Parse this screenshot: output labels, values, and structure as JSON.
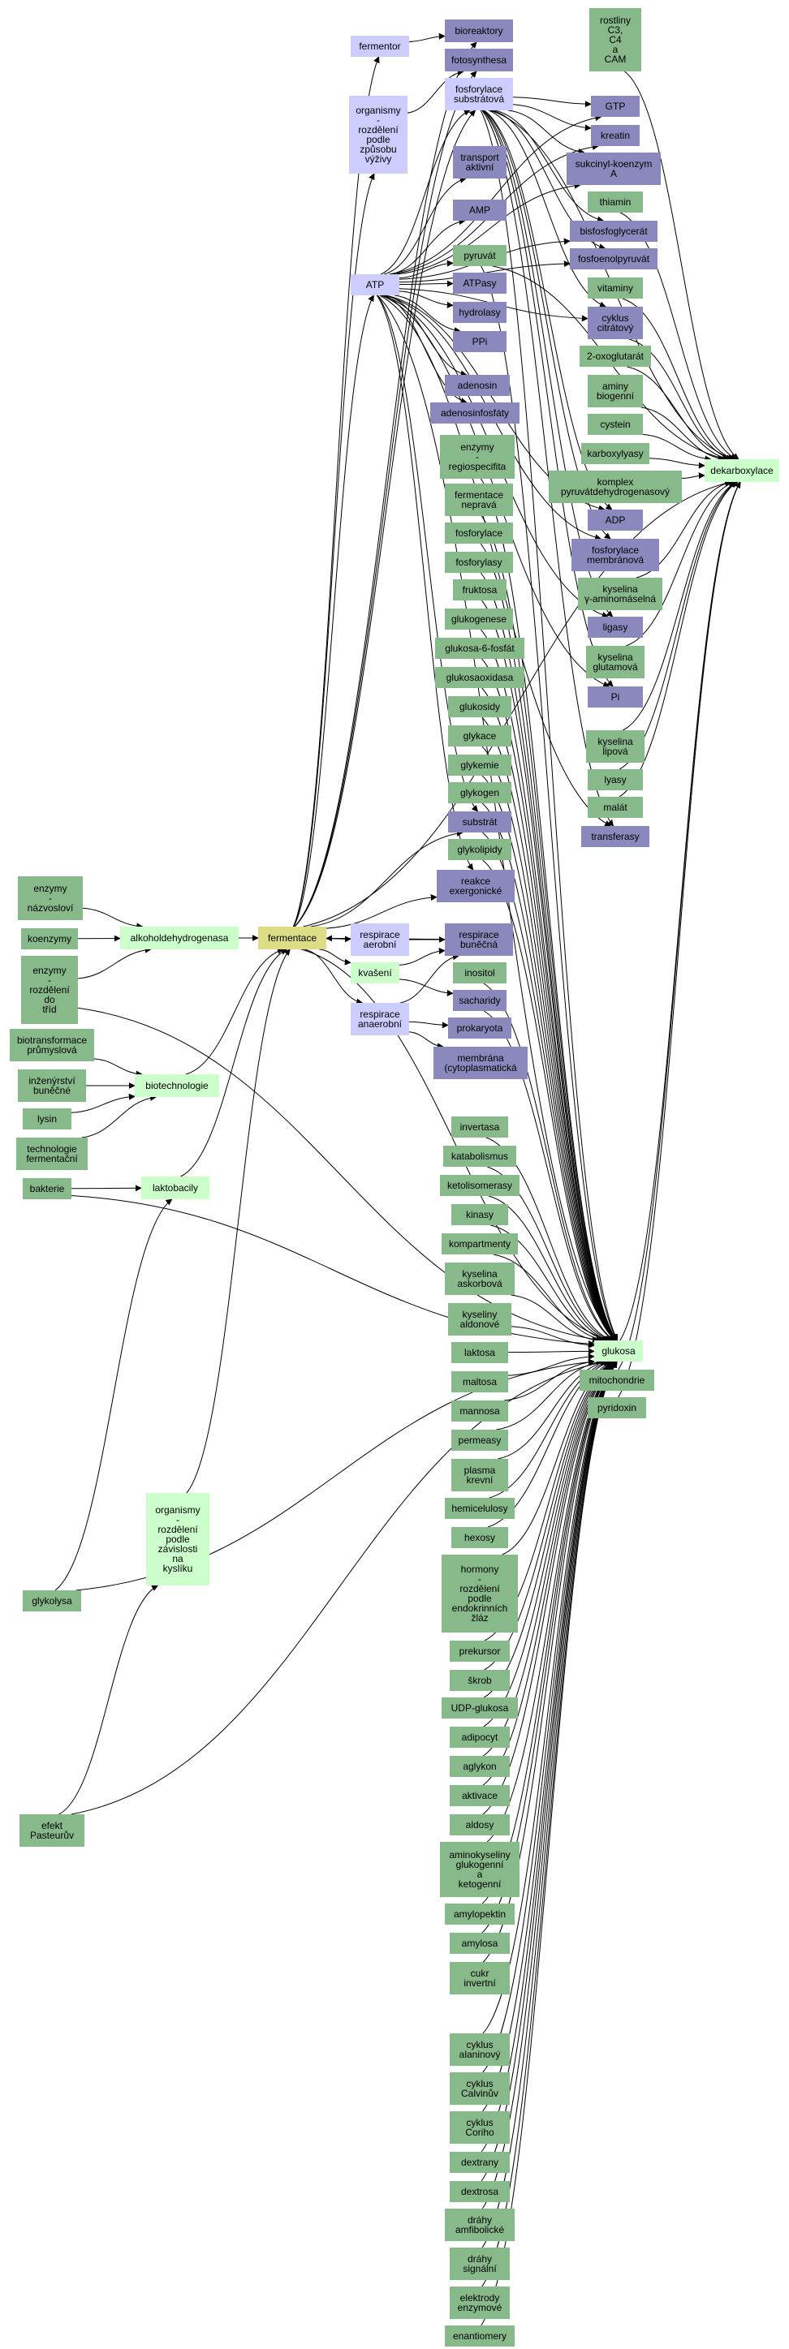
{
  "colors": {
    "green": "#87b98a",
    "purple": "#8a88bd",
    "lavender": "#ccccff",
    "mint": "#ccffcc",
    "yellow": "#dddd88"
  },
  "nodes": [
    {
      "id": "fermentace",
      "lines": [
        "fermentace"
      ],
      "color": "yellow"
    },
    {
      "id": "fermentor",
      "lines": [
        "fermentor"
      ],
      "color": "lavender"
    },
    {
      "id": "organismy_vyziva",
      "lines": [
        "organismy",
        "-",
        "rozdělení",
        "podle",
        "způsobu",
        "výživy"
      ],
      "color": "lavender"
    },
    {
      "id": "atp",
      "lines": [
        "ATP"
      ],
      "color": "lavender"
    },
    {
      "id": "respirace_aerobni",
      "lines": [
        "respirace",
        "aerobní"
      ],
      "color": "lavender"
    },
    {
      "id": "kvaseni",
      "lines": [
        "kvašení"
      ],
      "color": "mint"
    },
    {
      "id": "respirace_anaerobni",
      "lines": [
        "respirace",
        "anaerobní"
      ],
      "color": "lavender"
    },
    {
      "id": "bioreaktory",
      "lines": [
        "bioreaktory"
      ],
      "color": "purple"
    },
    {
      "id": "fotosynthesa",
      "lines": [
        "fotosynthesa"
      ],
      "color": "purple"
    },
    {
      "id": "fosforylace_substratova",
      "lines": [
        "fosforylace",
        "substrátová"
      ],
      "color": "lavender"
    },
    {
      "id": "transport_aktivni",
      "lines": [
        "transport",
        "aktivní"
      ],
      "color": "purple"
    },
    {
      "id": "amp",
      "lines": [
        "AMP"
      ],
      "color": "purple"
    },
    {
      "id": "pyruvat",
      "lines": [
        "pyruvát"
      ],
      "color": "green"
    },
    {
      "id": "atpasy",
      "lines": [
        "ATPasy"
      ],
      "color": "purple"
    },
    {
      "id": "hydrolasy",
      "lines": [
        "hydrolasy"
      ],
      "color": "purple"
    },
    {
      "id": "ppi",
      "lines": [
        "PPi"
      ],
      "color": "purple"
    },
    {
      "id": "adenosin",
      "lines": [
        "adenosin"
      ],
      "color": "purple"
    },
    {
      "id": "adenosinfosfaty",
      "lines": [
        "adenosinfosfáty"
      ],
      "color": "purple"
    },
    {
      "id": "enzymy_regio",
      "lines": [
        "enzymy",
        "-",
        "regiospecifita"
      ],
      "color": "green"
    },
    {
      "id": "fermentace_neprava",
      "lines": [
        "fermentace",
        "nepravá"
      ],
      "color": "green"
    },
    {
      "id": "fosforylace",
      "lines": [
        "fosforylace"
      ],
      "color": "green"
    },
    {
      "id": "fosforylasy",
      "lines": [
        "fosforylasy"
      ],
      "color": "green"
    },
    {
      "id": "fruktosa",
      "lines": [
        "fruktosa"
      ],
      "color": "green"
    },
    {
      "id": "glukogenese",
      "lines": [
        "glukogenese"
      ],
      "color": "green"
    },
    {
      "id": "glukosa6fosfat",
      "lines": [
        "glukosa-6-fosfát"
      ],
      "color": "green"
    },
    {
      "id": "glukosaoxidasa",
      "lines": [
        "glukosaoxidasa"
      ],
      "color": "green"
    },
    {
      "id": "glukosidy",
      "lines": [
        "glukosidy"
      ],
      "color": "green"
    },
    {
      "id": "glykace",
      "lines": [
        "glykace"
      ],
      "color": "green"
    },
    {
      "id": "glykemie",
      "lines": [
        "glykemie"
      ],
      "color": "green"
    },
    {
      "id": "glykogen",
      "lines": [
        "glykogen"
      ],
      "color": "green"
    },
    {
      "id": "substrat",
      "lines": [
        "substrát"
      ],
      "color": "purple"
    },
    {
      "id": "glykolipidy",
      "lines": [
        "glykolipidy"
      ],
      "color": "green"
    },
    {
      "id": "reakce_exergonicke",
      "lines": [
        "reakce",
        "exergonické"
      ],
      "color": "purple"
    },
    {
      "id": "respirace_bunecna",
      "lines": [
        "respirace",
        "buněčná"
      ],
      "color": "purple"
    },
    {
      "id": "inositol",
      "lines": [
        "inositol"
      ],
      "color": "green"
    },
    {
      "id": "sacharidy",
      "lines": [
        "sacharidy"
      ],
      "color": "purple"
    },
    {
      "id": "prokaryota",
      "lines": [
        "prokaryota"
      ],
      "color": "purple"
    },
    {
      "id": "membrana",
      "lines": [
        "membrána",
        "(cytoplasmatická"
      ],
      "color": "purple"
    },
    {
      "id": "rostliny",
      "lines": [
        "rostliny",
        "C3,",
        "C4",
        "a",
        "CAM"
      ],
      "color": "green"
    },
    {
      "id": "gtp",
      "lines": [
        "GTP"
      ],
      "color": "purple"
    },
    {
      "id": "kreatin",
      "lines": [
        "kreatin"
      ],
      "color": "purple"
    },
    {
      "id": "sukcinyl",
      "lines": [
        "sukcinyl-koenzym",
        "A"
      ],
      "color": "purple"
    },
    {
      "id": "thiamin",
      "lines": [
        "thiamin"
      ],
      "color": "green"
    },
    {
      "id": "bisfosfoglycerat",
      "lines": [
        "bisfosfoglycerát"
      ],
      "color": "purple"
    },
    {
      "id": "fosfoenolpyruvat",
      "lines": [
        "fosfoenolpyruvát"
      ],
      "color": "purple"
    },
    {
      "id": "vitaminy",
      "lines": [
        "vitaminy"
      ],
      "color": "green"
    },
    {
      "id": "cyklus_citratovy",
      "lines": [
        "cyklus",
        "citrátový"
      ],
      "color": "purple"
    },
    {
      "id": "oxoglutarat",
      "lines": [
        "2-oxoglutarát"
      ],
      "color": "green"
    },
    {
      "id": "aminy_biogenni",
      "lines": [
        "aminy",
        "biogenní"
      ],
      "color": "green"
    },
    {
      "id": "cystein",
      "lines": [
        "cystein"
      ],
      "color": "green"
    },
    {
      "id": "karboxylyasy",
      "lines": [
        "karboxylyasy"
      ],
      "color": "green"
    },
    {
      "id": "komplex_pyruvat",
      "lines": [
        "komplex",
        "pyruvátdehydrogenasový"
      ],
      "color": "green"
    },
    {
      "id": "adp",
      "lines": [
        "ADP"
      ],
      "color": "purple"
    },
    {
      "id": "fosforylace_membranova",
      "lines": [
        "fosforylace",
        "membránová"
      ],
      "color": "purple"
    },
    {
      "id": "kyselina_gama",
      "lines": [
        "kyselina",
        "γ-aminomáselná"
      ],
      "color": "green"
    },
    {
      "id": "ligasy",
      "lines": [
        "ligasy"
      ],
      "color": "purple"
    },
    {
      "id": "kyselina_glutamova",
      "lines": [
        "kyselina",
        "glutamová"
      ],
      "color": "green"
    },
    {
      "id": "pi",
      "lines": [
        "Pi"
      ],
      "color": "purple"
    },
    {
      "id": "kyselina_lipova",
      "lines": [
        "kyselina",
        "lipová"
      ],
      "color": "green"
    },
    {
      "id": "lyasy",
      "lines": [
        "lyasy"
      ],
      "color": "green"
    },
    {
      "id": "malat",
      "lines": [
        "malát"
      ],
      "color": "green"
    },
    {
      "id": "transferasy",
      "lines": [
        "transferasy"
      ],
      "color": "purple"
    },
    {
      "id": "dekarboxylace",
      "lines": [
        "dekarboxylace"
      ],
      "color": "mint"
    },
    {
      "id": "glukosa",
      "lines": [
        "glukosa"
      ],
      "color": "mint"
    },
    {
      "id": "mitochondrie",
      "lines": [
        "mitochondrie"
      ],
      "color": "green"
    },
    {
      "id": "pyridoxin",
      "lines": [
        "pyridoxin"
      ],
      "color": "green"
    },
    {
      "id": "enzymy_nazvoslovi",
      "lines": [
        "enzymy",
        "-",
        "názvosloví"
      ],
      "color": "green"
    },
    {
      "id": "koenzymy",
      "lines": [
        "koenzymy"
      ],
      "color": "green"
    },
    {
      "id": "enzymy_trid",
      "lines": [
        "enzymy",
        "-",
        "rozdělení",
        "do",
        "tříd"
      ],
      "color": "green"
    },
    {
      "id": "alkoholdehydrogenasa",
      "lines": [
        "alkoholdehydrogenasa"
      ],
      "color": "mint"
    },
    {
      "id": "biotransformace",
      "lines": [
        "biotransformace",
        "průmyslová"
      ],
      "color": "green"
    },
    {
      "id": "inzenyrstvi",
      "lines": [
        "inženýrství",
        "buněčné"
      ],
      "color": "green"
    },
    {
      "id": "lysin",
      "lines": [
        "lysin"
      ],
      "color": "green"
    },
    {
      "id": "technologie",
      "lines": [
        "technologie",
        "fermentační"
      ],
      "color": "green"
    },
    {
      "id": "biotechnologie",
      "lines": [
        "biotechnologie"
      ],
      "color": "mint"
    },
    {
      "id": "bakterie",
      "lines": [
        "bakterie"
      ],
      "color": "green"
    },
    {
      "id": "laktobacily",
      "lines": [
        "laktobacily"
      ],
      "color": "mint"
    },
    {
      "id": "organismy_kyslik",
      "lines": [
        "organismy",
        "-",
        "rozdělení",
        "podle",
        "závislosti",
        "na",
        "kyslíku"
      ],
      "color": "mint"
    },
    {
      "id": "glykolysa",
      "lines": [
        "glykolysa"
      ],
      "color": "green"
    },
    {
      "id": "efekt_pasteuruv",
      "lines": [
        "efekt",
        "Pasteurův"
      ],
      "color": "green"
    },
    {
      "id": "invertasa",
      "lines": [
        "invertasa"
      ],
      "color": "green"
    },
    {
      "id": "katabolismus",
      "lines": [
        "katabolismus"
      ],
      "color": "green"
    },
    {
      "id": "ketolisomerasy",
      "lines": [
        "ketolisomerasy"
      ],
      "color": "green"
    },
    {
      "id": "kinasy",
      "lines": [
        "kinasy"
      ],
      "color": "green"
    },
    {
      "id": "kompartmenty",
      "lines": [
        "kompartmenty"
      ],
      "color": "green"
    },
    {
      "id": "kyselina_askorbova",
      "lines": [
        "kyselina",
        "askorbová"
      ],
      "color": "green"
    },
    {
      "id": "kyseliny_aldonove",
      "lines": [
        "kyseliny",
        "aldonové"
      ],
      "color": "green"
    },
    {
      "id": "laktosa",
      "lines": [
        "laktosa"
      ],
      "color": "green"
    },
    {
      "id": "maltosa",
      "lines": [
        "maltosa"
      ],
      "color": "green"
    },
    {
      "id": "mannosa",
      "lines": [
        "mannosa"
      ],
      "color": "green"
    },
    {
      "id": "permeasy",
      "lines": [
        "permeasy"
      ],
      "color": "green"
    },
    {
      "id": "plasma_krevni",
      "lines": [
        "plasma",
        "krevní"
      ],
      "color": "green"
    },
    {
      "id": "hemicelulosy",
      "lines": [
        "hemicelulosy"
      ],
      "color": "green"
    },
    {
      "id": "hexosy",
      "lines": [
        "hexosy"
      ],
      "color": "green"
    },
    {
      "id": "hormony",
      "lines": [
        "hormony",
        "-",
        "rozdělení",
        "podle",
        "endokrinních",
        "žláz"
      ],
      "color": "green"
    },
    {
      "id": "prekursor",
      "lines": [
        "prekursor"
      ],
      "color": "green"
    },
    {
      "id": "skrob",
      "lines": [
        "škrob"
      ],
      "color": "green"
    },
    {
      "id": "udp_glukosa",
      "lines": [
        "UDP-glukosa"
      ],
      "color": "green"
    },
    {
      "id": "adipocyt",
      "lines": [
        "adipocyt"
      ],
      "color": "green"
    },
    {
      "id": "aglykon",
      "lines": [
        "aglykon"
      ],
      "color": "green"
    },
    {
      "id": "aktivace",
      "lines": [
        "aktivace"
      ],
      "color": "green"
    },
    {
      "id": "aldosy",
      "lines": [
        "aldosy"
      ],
      "color": "green"
    },
    {
      "id": "aminokyseliny",
      "lines": [
        "aminokyseliny",
        "glukogenní",
        "a",
        "ketogenní"
      ],
      "color": "green"
    },
    {
      "id": "amylopektin",
      "lines": [
        "amylopektin"
      ],
      "color": "green"
    },
    {
      "id": "amylosa",
      "lines": [
        "amylosa"
      ],
      "color": "green"
    },
    {
      "id": "cukr_invertni",
      "lines": [
        "cukr",
        "invertní"
      ],
      "color": "green"
    },
    {
      "id": "cyklus_alaninovy",
      "lines": [
        "cyklus",
        "alaninový"
      ],
      "color": "green"
    },
    {
      "id": "cyklus_calvinuv",
      "lines": [
        "cyklus",
        "Calvinův"
      ],
      "color": "green"
    },
    {
      "id": "cyklus_coriho",
      "lines": [
        "cyklus",
        "Coriho"
      ],
      "color": "green"
    },
    {
      "id": "dextrany",
      "lines": [
        "dextrany"
      ],
      "color": "green"
    },
    {
      "id": "dextrosa",
      "lines": [
        "dextrosa"
      ],
      "color": "green"
    },
    {
      "id": "drahy_amfibolicke",
      "lines": [
        "dráhy",
        "amfibolické"
      ],
      "color": "green"
    },
    {
      "id": "drahy_signalni",
      "lines": [
        "dráhy",
        "signální"
      ],
      "color": "green"
    },
    {
      "id": "elektrody",
      "lines": [
        "elektrody",
        "enzymové"
      ],
      "color": "green"
    },
    {
      "id": "enantiomery",
      "lines": [
        "enantiomery"
      ],
      "color": "green"
    }
  ]
}
